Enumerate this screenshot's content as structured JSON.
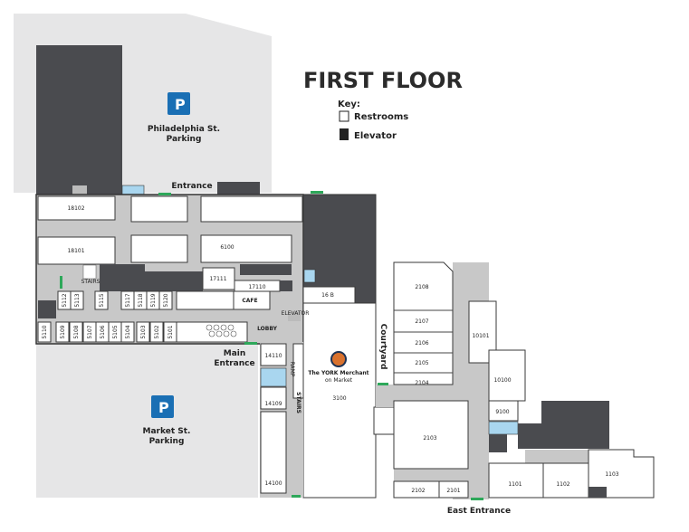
{
  "title": "FIRST FLOOR",
  "key": {
    "heading": "Key:",
    "restrooms": "Restrooms",
    "elevator": "Elevator"
  },
  "parking": {
    "north": "Philadelphia St. Parking",
    "north_l1": "Philadelphia St.",
    "north_l2": "Parking",
    "south_l1": "Market St.",
    "south_l2": "Parking",
    "icon": "P"
  },
  "labels": {
    "entrance": "Entrance",
    "main_entrance_l1": "Main",
    "main_entrance_l2": "Entrance",
    "east_entrance": "East Entrance",
    "courtyard": "Courtyard",
    "lobby": "LOBBY",
    "cafe": "CAFE",
    "stairs": "STAIRS",
    "elevator": "ELEVATOR",
    "ramp": "RAMP"
  },
  "rooms": {
    "r18102": "18102",
    "r18101": "18101",
    "r6100": "6100",
    "r17111": "17111",
    "r17110": "17110",
    "r16b": "16 B",
    "r3100": "3100",
    "r14110": "14110",
    "r14109": "14109",
    "r14100": "14100",
    "r5112": "5112",
    "r5113": "5113",
    "r5115": "5115",
    "r5117": "5117",
    "r5118": "5118",
    "r5119": "5119",
    "r5120": "5120",
    "r5110": "5110",
    "r5109": "5109",
    "r5108": "5108",
    "r5107": "5107",
    "r5106": "5106",
    "r5105": "5105",
    "r5104": "5104",
    "r5103": "5103",
    "r5102": "5102",
    "r5101": "5101",
    "r2108": "2108",
    "r2107": "2107",
    "r2106": "2106",
    "r2105": "2105",
    "r2104": "2104",
    "r2103": "2103",
    "r2102": "2102",
    "r2101": "2101",
    "r10101": "10101",
    "r10100": "10100",
    "r9100": "9100",
    "r1101": "1101",
    "r1102": "1102",
    "r1103": "1103"
  },
  "tenant_logo": {
    "l1": "The YORK Merchant",
    "l2": "on Market"
  },
  "colors": {
    "dark": "#4a4b4f",
    "corridor": "#c8c8c8",
    "parking": "#e6e6e7",
    "restroom": "#a9d6ef",
    "parking_sign": "#1a6fb4",
    "door": "#2ea85a",
    "logo": "#d9722e"
  }
}
